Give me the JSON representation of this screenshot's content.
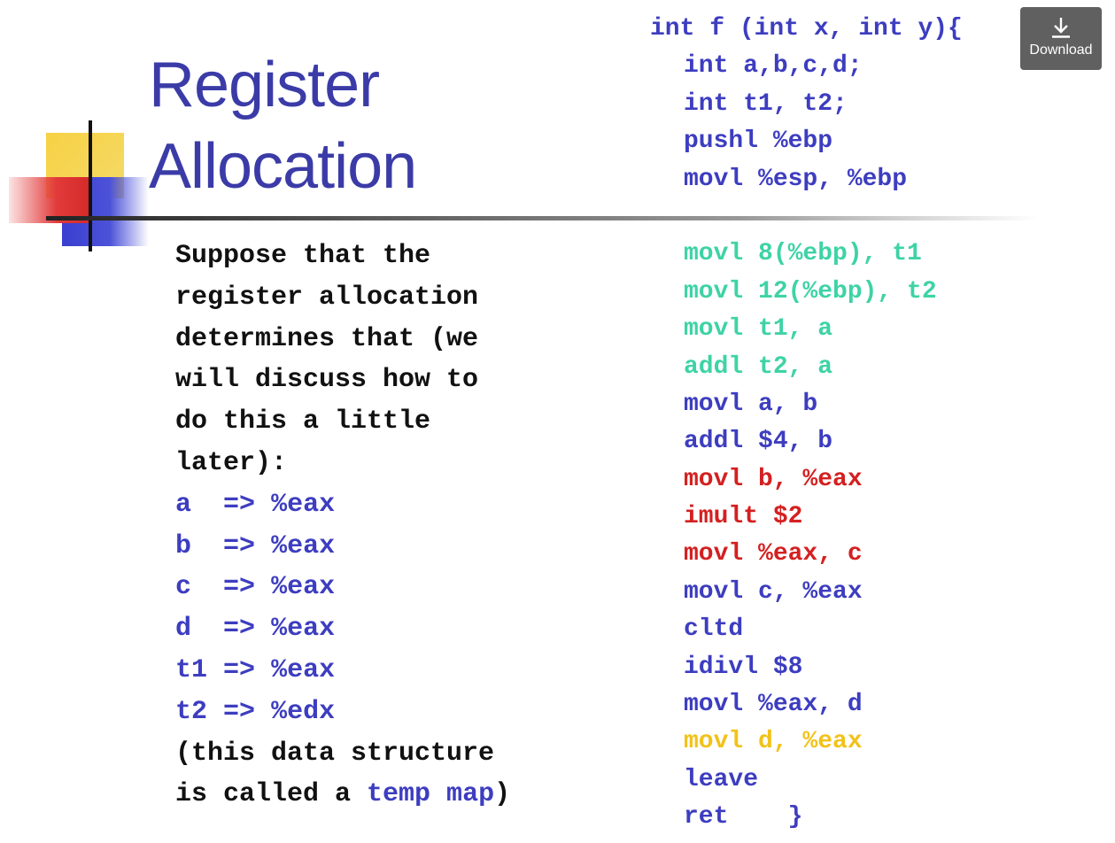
{
  "slide": {
    "title_line1": "Register",
    "title_line2": "Allocation"
  },
  "description": {
    "lines": [
      "Suppose that the",
      "register allocation",
      "determines that (we",
      "will discuss how to",
      "do this a little",
      "later):"
    ],
    "temp_map": [
      {
        "temp": "a ",
        "arrow": "=>",
        "reg": "%eax"
      },
      {
        "temp": "b ",
        "arrow": "=>",
        "reg": "%eax"
      },
      {
        "temp": "c ",
        "arrow": "=>",
        "reg": "%eax"
      },
      {
        "temp": "d ",
        "arrow": "=>",
        "reg": "%eax"
      },
      {
        "temp": "t1",
        "arrow": "=>",
        "reg": "%eax"
      },
      {
        "temp": "t2",
        "arrow": "=>",
        "reg": "%edx"
      }
    ],
    "closing_1": "(this data structure",
    "closing_2_prefix": "is called a ",
    "closing_2_term": "temp map",
    "closing_2_suffix": ")"
  },
  "code": {
    "lines": [
      {
        "text": "int f (int x, int y){",
        "color": "#3d3dc0",
        "indent": false
      },
      {
        "text": "int a,b,c,d;",
        "color": "#3d3dc0",
        "indent": true
      },
      {
        "text": "int t1, t2;",
        "color": "#3d3dc0",
        "indent": true
      },
      {
        "text": "pushl %ebp",
        "color": "#3d3dc0",
        "indent": true
      },
      {
        "text": "movl %esp, %ebp",
        "color": "#3d3dc0",
        "indent": true
      },
      {
        "text": "",
        "color": "#3d3dc0",
        "indent": true
      },
      {
        "text": "movl 8(%ebp), t1",
        "color": "#3ed3a5",
        "indent": true
      },
      {
        "text": "movl 12(%ebp), t2",
        "color": "#3ed3a5",
        "indent": true
      },
      {
        "text": "movl t1, a",
        "color": "#3ed3a5",
        "indent": true
      },
      {
        "text": "addl t2, a",
        "color": "#3ed3a5",
        "indent": true
      },
      {
        "text": "movl a, b",
        "color": "#3d3dc0",
        "indent": true
      },
      {
        "text": "addl $4, b",
        "color": "#3d3dc0",
        "indent": true
      },
      {
        "text": "movl b, %eax",
        "color": "#d42020",
        "indent": true
      },
      {
        "text": "imult $2",
        "color": "#d42020",
        "indent": true
      },
      {
        "text": "movl %eax, c",
        "color": "#d42020",
        "indent": true
      },
      {
        "text": "movl c, %eax",
        "color": "#3d3dc0",
        "indent": true
      },
      {
        "text": "cltd",
        "color": "#3d3dc0",
        "indent": true
      },
      {
        "text": "idivl $8",
        "color": "#3d3dc0",
        "indent": true
      },
      {
        "text": "movl %eax, d",
        "color": "#3d3dc0",
        "indent": true
      },
      {
        "text": "movl d, %eax",
        "color": "#f2c21a",
        "indent": true
      },
      {
        "text": "leave",
        "color": "#3d3dc0",
        "indent": true
      },
      {
        "text": "ret    }",
        "color": "#3d3dc0",
        "indent": true
      }
    ]
  },
  "toolbar": {
    "download_label": "Download",
    "download_icon": "download-icon"
  },
  "colors": {
    "title": "#3b3ba8",
    "blue": "#3d3dc0",
    "teal": "#3ed3a5",
    "red": "#d42020",
    "gold": "#f2c21a"
  }
}
